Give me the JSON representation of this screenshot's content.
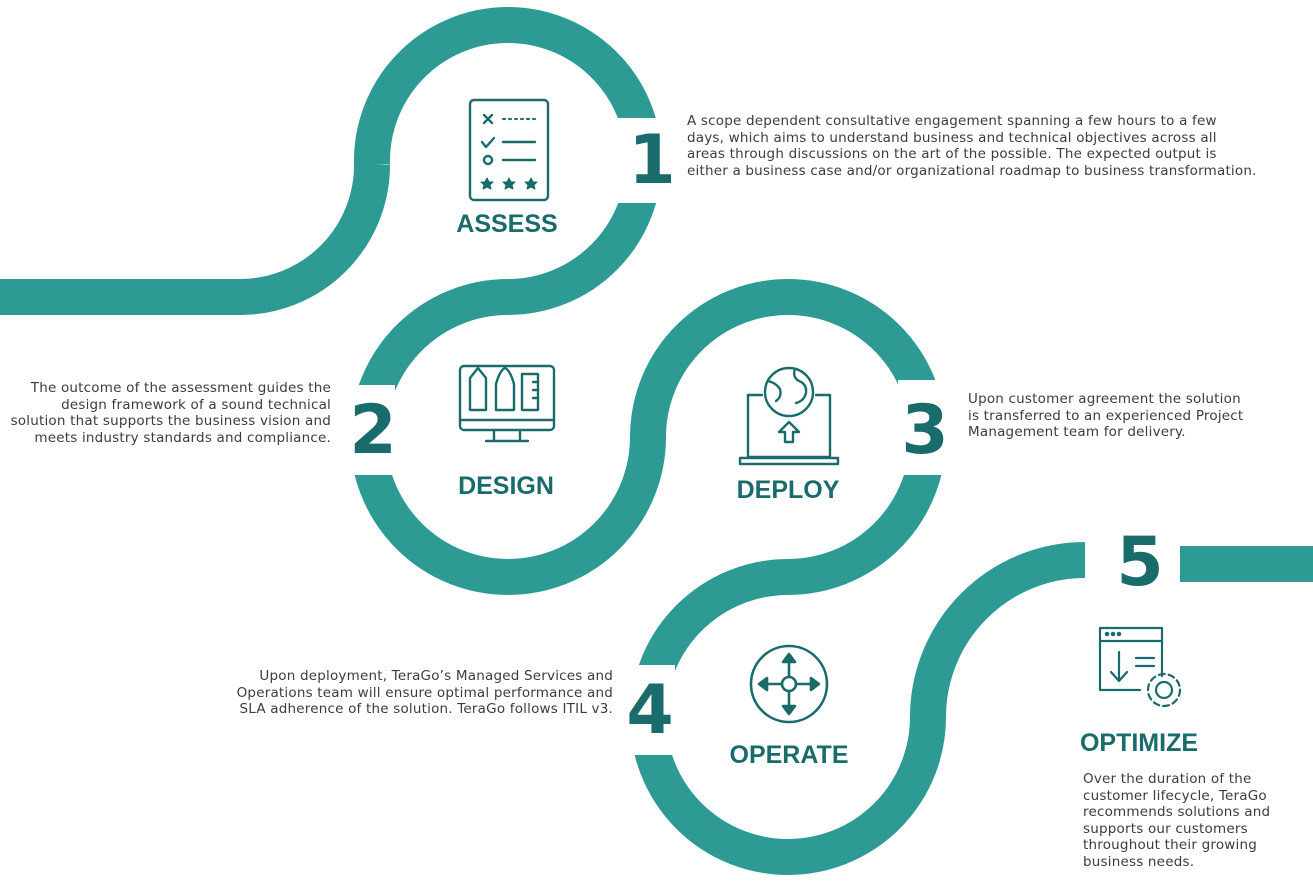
{
  "colors": {
    "band": "#2e9a94",
    "accent": "#1a6b6b",
    "text": "#3c3c3c"
  },
  "steps": [
    {
      "number": "1",
      "label": "ASSESS",
      "icon": "checklist-icon",
      "description": "A scope dependent consultative engagement spanning a few hours to a few days, which aims to understand business and technical objectives across all areas through discussions on the art of the possible. The expected output is either a business case and/or organizational roadmap to business transformation."
    },
    {
      "number": "2",
      "label": "DESIGN",
      "icon": "design-monitor-icon",
      "description": "The outcome of the assessment guides the design framework of a sound technical solution that supports the business vision and meets industry standards and compliance."
    },
    {
      "number": "3",
      "label": "DEPLOY",
      "icon": "laptop-upload-icon",
      "description": "Upon customer agreement the solution is transferred to an experienced Project Management team for delivery."
    },
    {
      "number": "4",
      "label": "OPERATE",
      "icon": "compass-icon",
      "description": "Upon deployment, TeraGo’s Managed Services and Operations team will ensure optimal performance and SLA adherence of the solution. TeraGo follows ITIL v3."
    },
    {
      "number": "5",
      "label": "OPTIMIZE",
      "icon": "optimize-settings-icon",
      "description": "Over the duration of the customer lifecycle, TeraGo recommends solutions and supports our customers throughout their growing business needs."
    }
  ]
}
